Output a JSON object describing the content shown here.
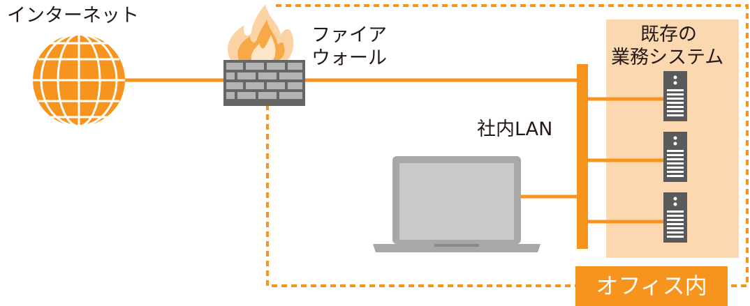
{
  "labels": {
    "internet": "インターネット",
    "firewall_line1": "ファイア",
    "firewall_line2": "ウォール",
    "lan": "社内LAN",
    "system_line1": "既存の",
    "system_line2": "業務システム",
    "office": "オフィス内"
  },
  "colors": {
    "accent": "#f7941d",
    "system_area": "#fbd8b0",
    "laptop": "#a8a8a8",
    "server": "#5a5a5a",
    "text": "#231815"
  },
  "icons": [
    "globe-icon",
    "firewall-icon",
    "fire-icon",
    "laptop-icon",
    "server-icon"
  ]
}
